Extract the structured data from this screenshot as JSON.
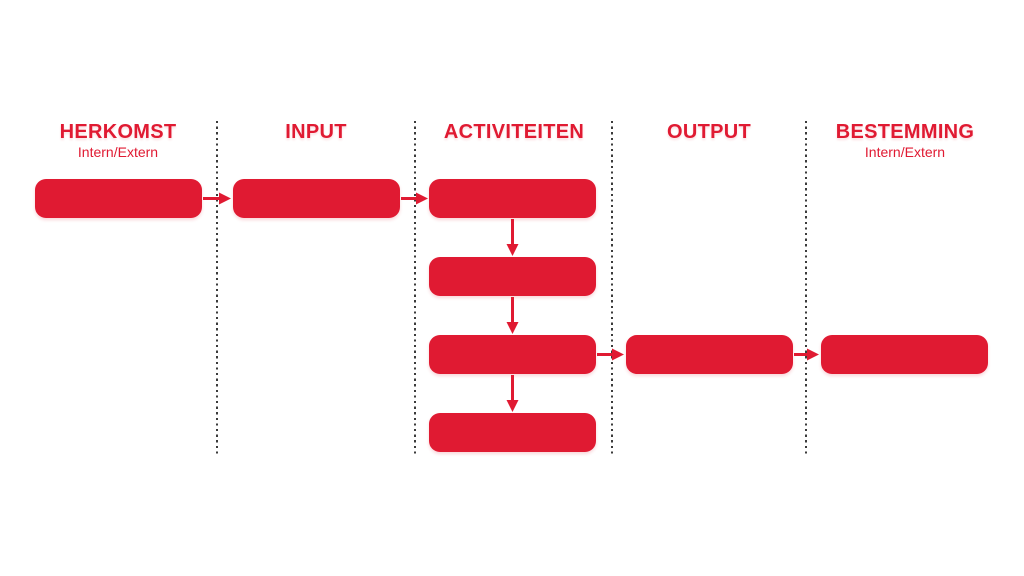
{
  "diagram": {
    "type": "process-flow",
    "language": "nl",
    "background_color": "#ffffff",
    "accent_color": "#e01a32",
    "divider_color": "#3b3b3b",
    "columns": [
      {
        "id": "herkomst",
        "label": "HERKOMST",
        "sublabel": "Intern/Extern",
        "boxes": [
          "herkomst-box"
        ]
      },
      {
        "id": "input",
        "label": "INPUT",
        "sublabel": "",
        "boxes": [
          "input-box"
        ]
      },
      {
        "id": "activiteiten",
        "label": "ACTIVITEITEN",
        "sublabel": "",
        "boxes": [
          "activiteit-box-1",
          "activiteit-box-2",
          "activiteit-box-3",
          "activiteit-box-4"
        ]
      },
      {
        "id": "output",
        "label": "OUTPUT",
        "sublabel": "",
        "boxes": [
          "output-box"
        ]
      },
      {
        "id": "bestemming",
        "label": "BESTEMMING",
        "sublabel": "Intern/Extern",
        "boxes": [
          "bestemming-box"
        ]
      }
    ],
    "flows": [
      {
        "from": "herkomst-box",
        "to": "input-box"
      },
      {
        "from": "input-box",
        "to": "activiteit-box-1"
      },
      {
        "from": "activiteit-box-1",
        "to": "activiteit-box-2"
      },
      {
        "from": "activiteit-box-2",
        "to": "activiteit-box-3"
      },
      {
        "from": "activiteit-box-3",
        "to": "activiteit-box-4"
      },
      {
        "from": "activiteit-box-3",
        "to": "output-box"
      },
      {
        "from": "output-box",
        "to": "bestemming-box"
      }
    ]
  }
}
